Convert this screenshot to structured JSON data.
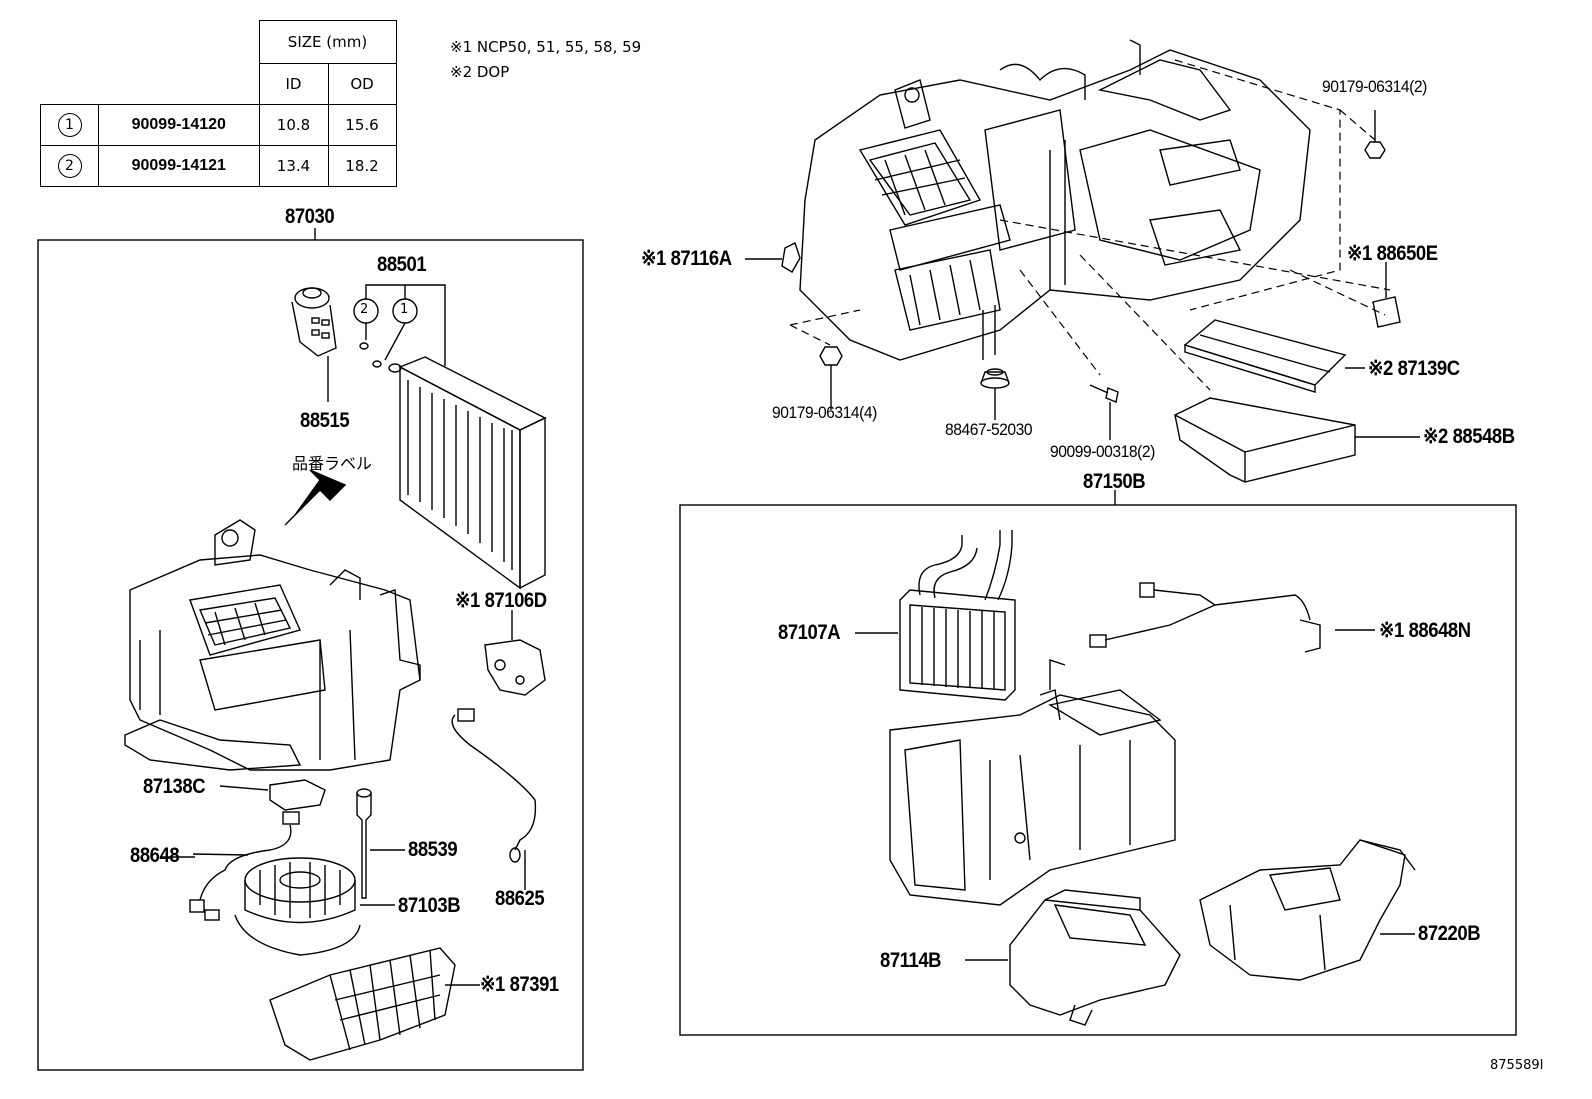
{
  "size_table": {
    "header": "SIZE (mm)",
    "col_id": "ID",
    "col_od": "OD",
    "rows": [
      {
        "mark": "1",
        "part": "90099-14120",
        "id": "10.8",
        "od": "15.6"
      },
      {
        "mark": "2",
        "part": "90099-14121",
        "id": "13.4",
        "od": "18.2"
      }
    ]
  },
  "notes": {
    "note1": "※1 NCP50, 51, 55, 58, 59",
    "note2": "※2 DOP"
  },
  "parts": {
    "p87030": "87030",
    "p88501": "88501",
    "p88515": "88515",
    "label_jp": "品番ラベル",
    "p87106D": "※1 87106D",
    "p87138C": "87138C",
    "p88648": "88648",
    "p88539": "88539",
    "p87103B": "87103B",
    "p88625": "88625",
    "p87391": "※1 87391",
    "p87116A": "※1 87116A",
    "p90179_2": "90179-06314(2)",
    "p88650E": "※1 88650E",
    "p87139C": "※2 87139C",
    "p88548B": "※2 88548B",
    "p90179_4": "90179-06314(4)",
    "p88467": "88467-52030",
    "p90099": "90099-00318(2)",
    "p87150B": "87150B",
    "p87107A": "87107A",
    "p88648N": "※1 88648N",
    "p87114B": "87114B",
    "p87220B": "87220B",
    "ref": "875589I"
  }
}
